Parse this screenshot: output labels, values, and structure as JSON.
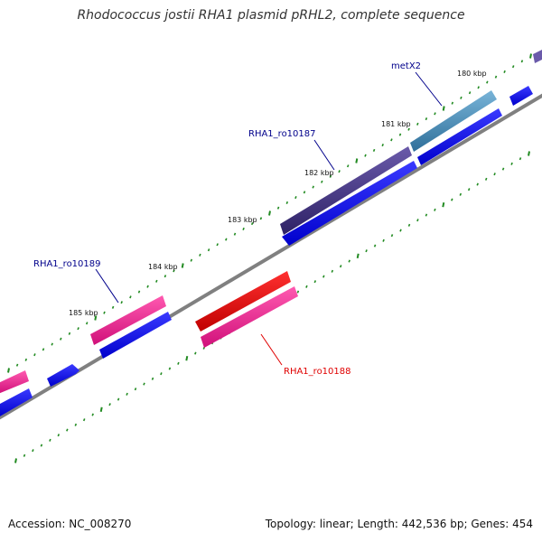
{
  "title": "Rhodococcus jostii RHA1 plasmid pRHL2, complete sequence",
  "footer": {
    "accession": "Accession: NC_008270",
    "topology": "Topology: linear; Length: 442,536 bp; Genes: 454"
  },
  "ticks": [
    "180 kbp",
    "181 kbp",
    "182 kbp",
    "183 kbp",
    "184 kbp",
    "185 kbp"
  ],
  "genes": [
    {
      "label": "metX2",
      "color": "#00008b"
    },
    {
      "label": "RHA1_ro10187",
      "color": "#00008b"
    },
    {
      "label": "RHA1_ro10189",
      "color": "#00008b"
    },
    {
      "label": "RHA1_ro10188",
      "color": "#e00000"
    }
  ],
  "colors": {
    "backbone": "#808080",
    "cds": "#0000ee",
    "ticks": "#228b22",
    "metX2": "#4a90b8",
    "ro10187": "#4b3b8c",
    "ro10189": "#ff1493",
    "ro10188": "#ee0000"
  }
}
